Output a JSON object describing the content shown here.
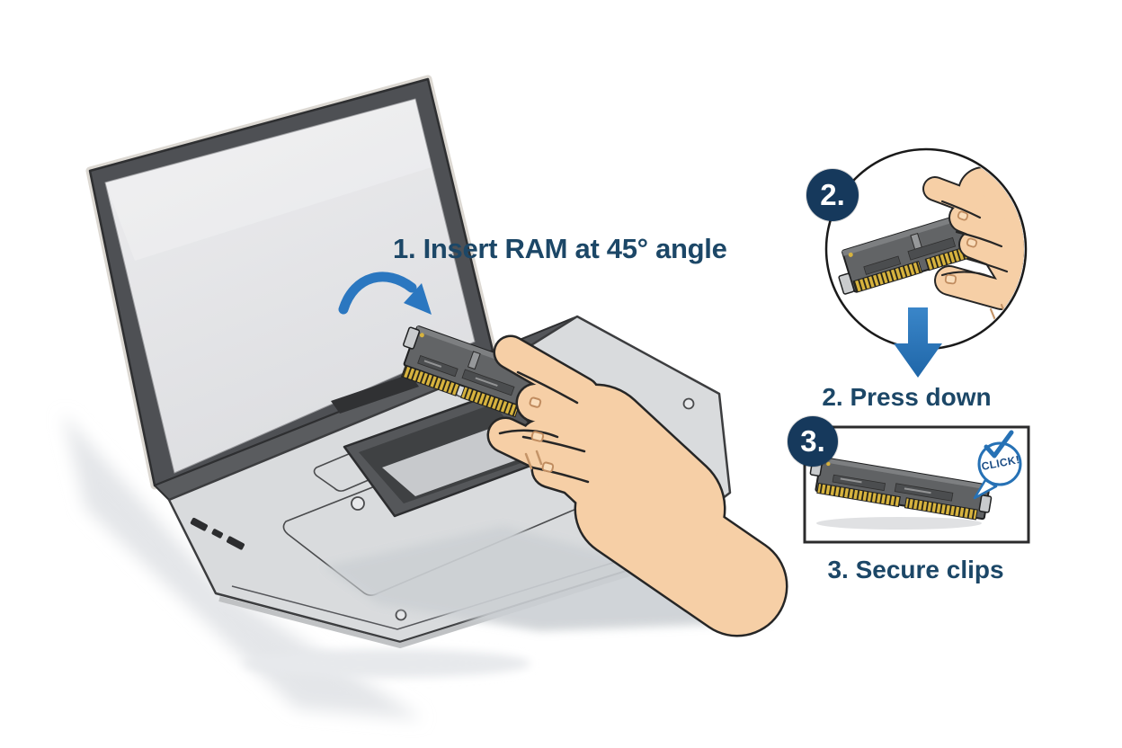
{
  "steps": {
    "step1": {
      "label": "1. Insert RAM at 45° angle"
    },
    "step2": {
      "badge": "2.",
      "label": "2. Press down"
    },
    "step3": {
      "badge": "3.",
      "label": "3. Secure clips",
      "callout": "CLICK!"
    }
  },
  "colors": {
    "label_navy": "#1C4767",
    "badge_navy": "#16395C",
    "arrow_blue": "#2B77C0",
    "click_bubble_blue": "#2671B5",
    "ram_body_gray": "#606264",
    "pin_gold": "#D7B33E",
    "skin_tone": "#F6CFA6",
    "laptop_gray": "#DADCDE"
  },
  "icons": {
    "step1_arrow": "curved-arrow",
    "step2_arrow": "down-arrow",
    "step3_check": "check-mark"
  }
}
